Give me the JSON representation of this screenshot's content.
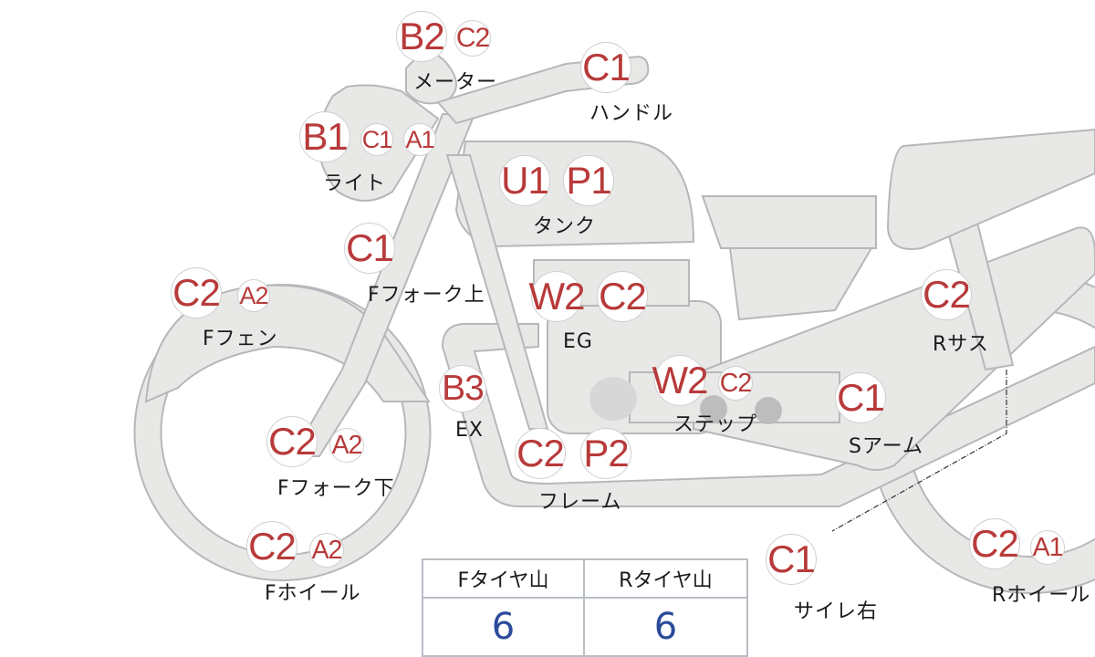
{
  "colors": {
    "badge_text": "#b83a3a",
    "value_text": "#2b4b9a",
    "part_fill": "#e8e8e6",
    "part_stroke": "#b5b8bb"
  },
  "parts": [
    {
      "label": "メーター",
      "grades": [
        "B2",
        "C2"
      ]
    },
    {
      "label": "ハンドル",
      "grades": [
        "C1"
      ]
    },
    {
      "label": "ライト",
      "grades": [
        "B1",
        "C1",
        "A1"
      ]
    },
    {
      "label": "タンク",
      "grades": [
        "U1",
        "P1"
      ]
    },
    {
      "label": "Fフォーク上",
      "grades": [
        "C1"
      ]
    },
    {
      "label": "Fフェン",
      "grades": [
        "C2",
        "A2"
      ]
    },
    {
      "label": "EG",
      "grades": [
        "W2",
        "C2"
      ]
    },
    {
      "label": "EX",
      "grades": [
        "B3"
      ]
    },
    {
      "label": "ステップ",
      "grades": [
        "W2",
        "C2"
      ]
    },
    {
      "label": "Sアーム",
      "grades": [
        "C1"
      ]
    },
    {
      "label": "Rサス",
      "grades": [
        "C2"
      ]
    },
    {
      "label": "Fフォーク下",
      "grades": [
        "C2",
        "A2"
      ]
    },
    {
      "label": "フレーム",
      "grades": [
        "C2",
        "P2"
      ]
    },
    {
      "label": "Fホイール",
      "grades": [
        "C2",
        "A2"
      ]
    },
    {
      "label": "サイレ右",
      "grades": [
        "C1"
      ]
    },
    {
      "label": "Rホイール",
      "grades": [
        "C2",
        "A1"
      ]
    }
  ],
  "tire_table": {
    "headers": [
      "Fタイヤ山",
      "Rタイヤ山"
    ],
    "values": [
      "6",
      "6"
    ]
  }
}
